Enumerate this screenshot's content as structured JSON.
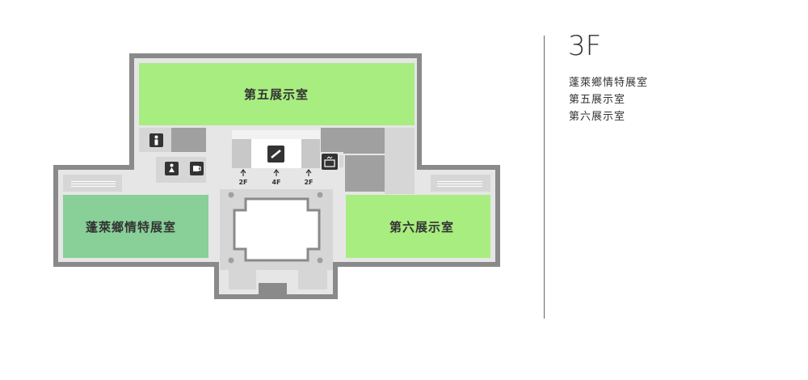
{
  "floor": "3F",
  "legend": [
    "蓬萊鄉情特展室",
    "第五展示室",
    "第六展示室"
  ],
  "rooms": {
    "gallery5": "第五展示室",
    "penglai": "蓬萊鄉情特展室",
    "gallery6": "第六展示室"
  },
  "arrows": {
    "left": "2F",
    "center": "4F",
    "right": "2F"
  },
  "colors": {
    "gallery_light_green": "#a8ed80",
    "gallery_dark_green": "#88cf98",
    "corridor_gray": "#e6e6e6",
    "wall_gray": "#8a8a8a",
    "service_gray": "#a0a0a0"
  },
  "icons": [
    "restroom-male-icon",
    "restroom-female-icon",
    "cafe-icon",
    "escalator-icon",
    "elevator-icon"
  ]
}
